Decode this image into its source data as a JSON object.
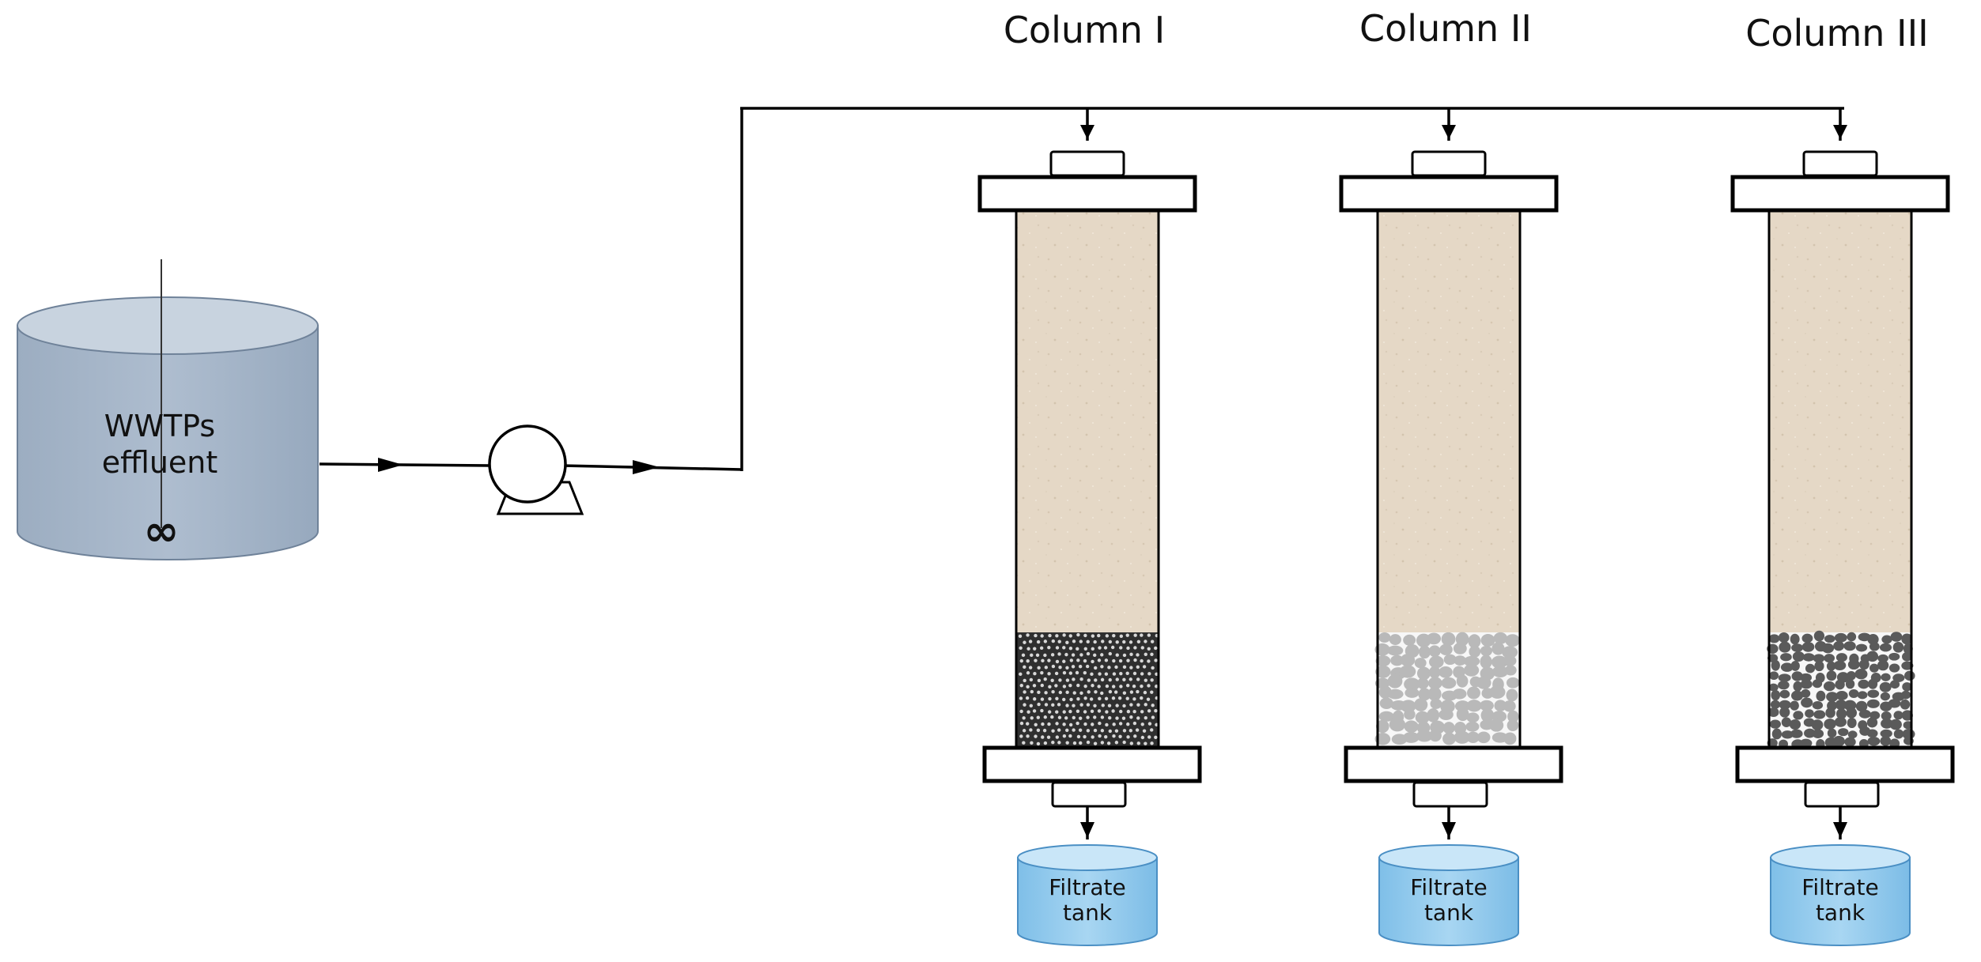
{
  "diagram": {
    "source_tank": {
      "label_line1": "WWTPs",
      "label_line2": "effluent",
      "stirrer_symbol": "∞",
      "fill_color": "#a7b7c9",
      "top_color": "#c8d3df"
    },
    "pump": {
      "icon": "pump-icon"
    },
    "columns": [
      {
        "title": "Column I",
        "media": "dark-fine-gravel",
        "filtrate_line1": "Filtrate",
        "filtrate_line2": "tank"
      },
      {
        "title": "Column II",
        "media": "light-grey-pebbles",
        "filtrate_line1": "Filtrate",
        "filtrate_line2": "tank"
      },
      {
        "title": "Column III",
        "media": "dark-grey-pebbles",
        "filtrate_line1": "Filtrate",
        "filtrate_line2": "tank"
      }
    ],
    "colors": {
      "sand": "#e5d8c6",
      "filtrate_tank": "#9fd0ef",
      "filtrate_tank_top": "#c9e6f8",
      "media_dark": "#3a3a3a",
      "media_light": "#b9b9b9",
      "media_mid": "#5a5a5a"
    }
  }
}
